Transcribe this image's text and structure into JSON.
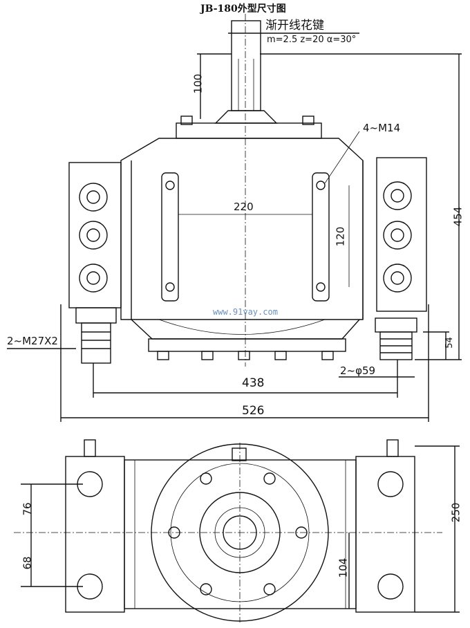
{
  "title": "JB-180外型尺寸图",
  "spline": {
    "label": "渐开线花键",
    "params": "m=2.5  z=20  α=30°"
  },
  "top_view": {
    "dims": {
      "shaft_length": "100",
      "bolt_spacing_h": "220",
      "bolt_spacing_v": "120",
      "overall_height": "454",
      "bolts": "4~M14",
      "fitting_height": "54",
      "thread": "2~M27X2",
      "fitting_dia": "2~φ59",
      "port_spacing": "438",
      "overall_width": "526"
    },
    "watermark": "www.91vay.com"
  },
  "bottom_view": {
    "dims": {
      "upper_offset": "76",
      "lower_offset": "68",
      "overall_depth": "250",
      "center_height": "104"
    }
  }
}
